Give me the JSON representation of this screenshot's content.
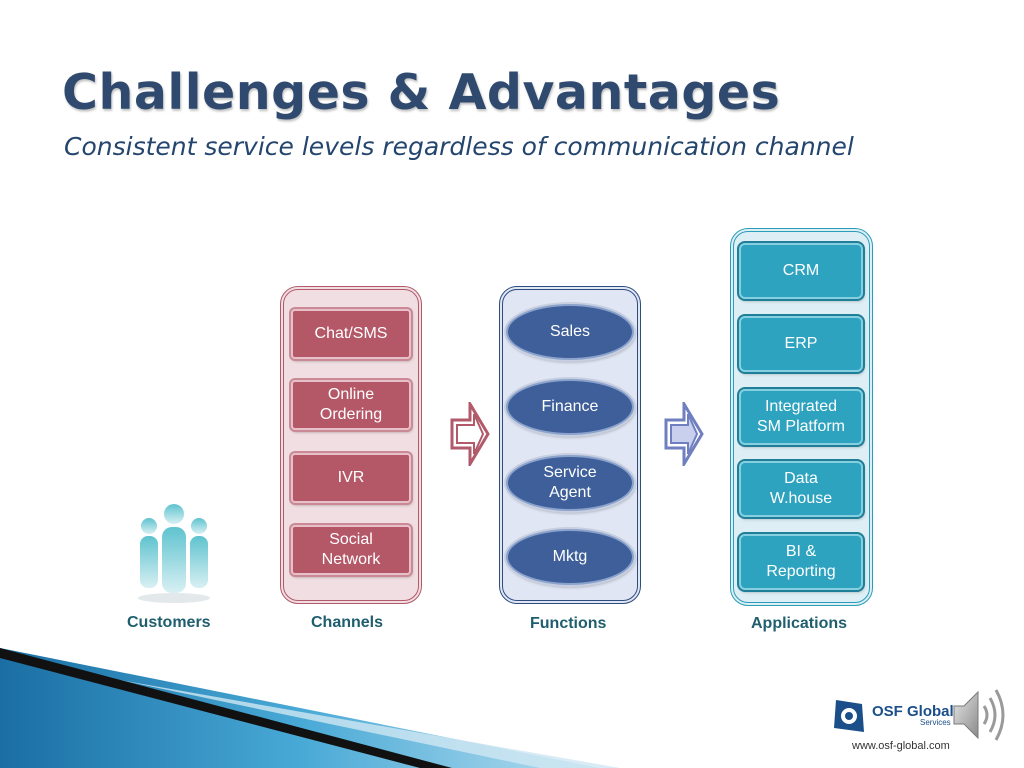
{
  "slide": {
    "title": "Challenges & Advantages",
    "subtitle": "Consistent service levels regardless of communication channel"
  },
  "diagram": {
    "customers_label": "Customers",
    "channels": {
      "label": "Channels",
      "items": [
        "Chat/SMS",
        "Online\nOrdering",
        "IVR",
        "Social\nNetwork"
      ]
    },
    "functions": {
      "label": "Functions",
      "items": [
        "Sales",
        "Finance",
        "Service\nAgent",
        "Mktg"
      ]
    },
    "applications": {
      "label": "Applications",
      "items": [
        "CRM",
        "ERP",
        "Integrated\nSM Platform",
        "Data\nW.house",
        "BI &\nReporting"
      ]
    }
  },
  "footer": {
    "logo_text": "OSF Global",
    "logo_sub": "Services",
    "url": "www.osf-global.com"
  },
  "colors": {
    "title": "#2f4a6e",
    "channels": "#b45868",
    "functions": "#3e5f99",
    "applications": "#2ea3c0",
    "people": "#7fd0d8",
    "stripe": "#2e8fbf"
  }
}
